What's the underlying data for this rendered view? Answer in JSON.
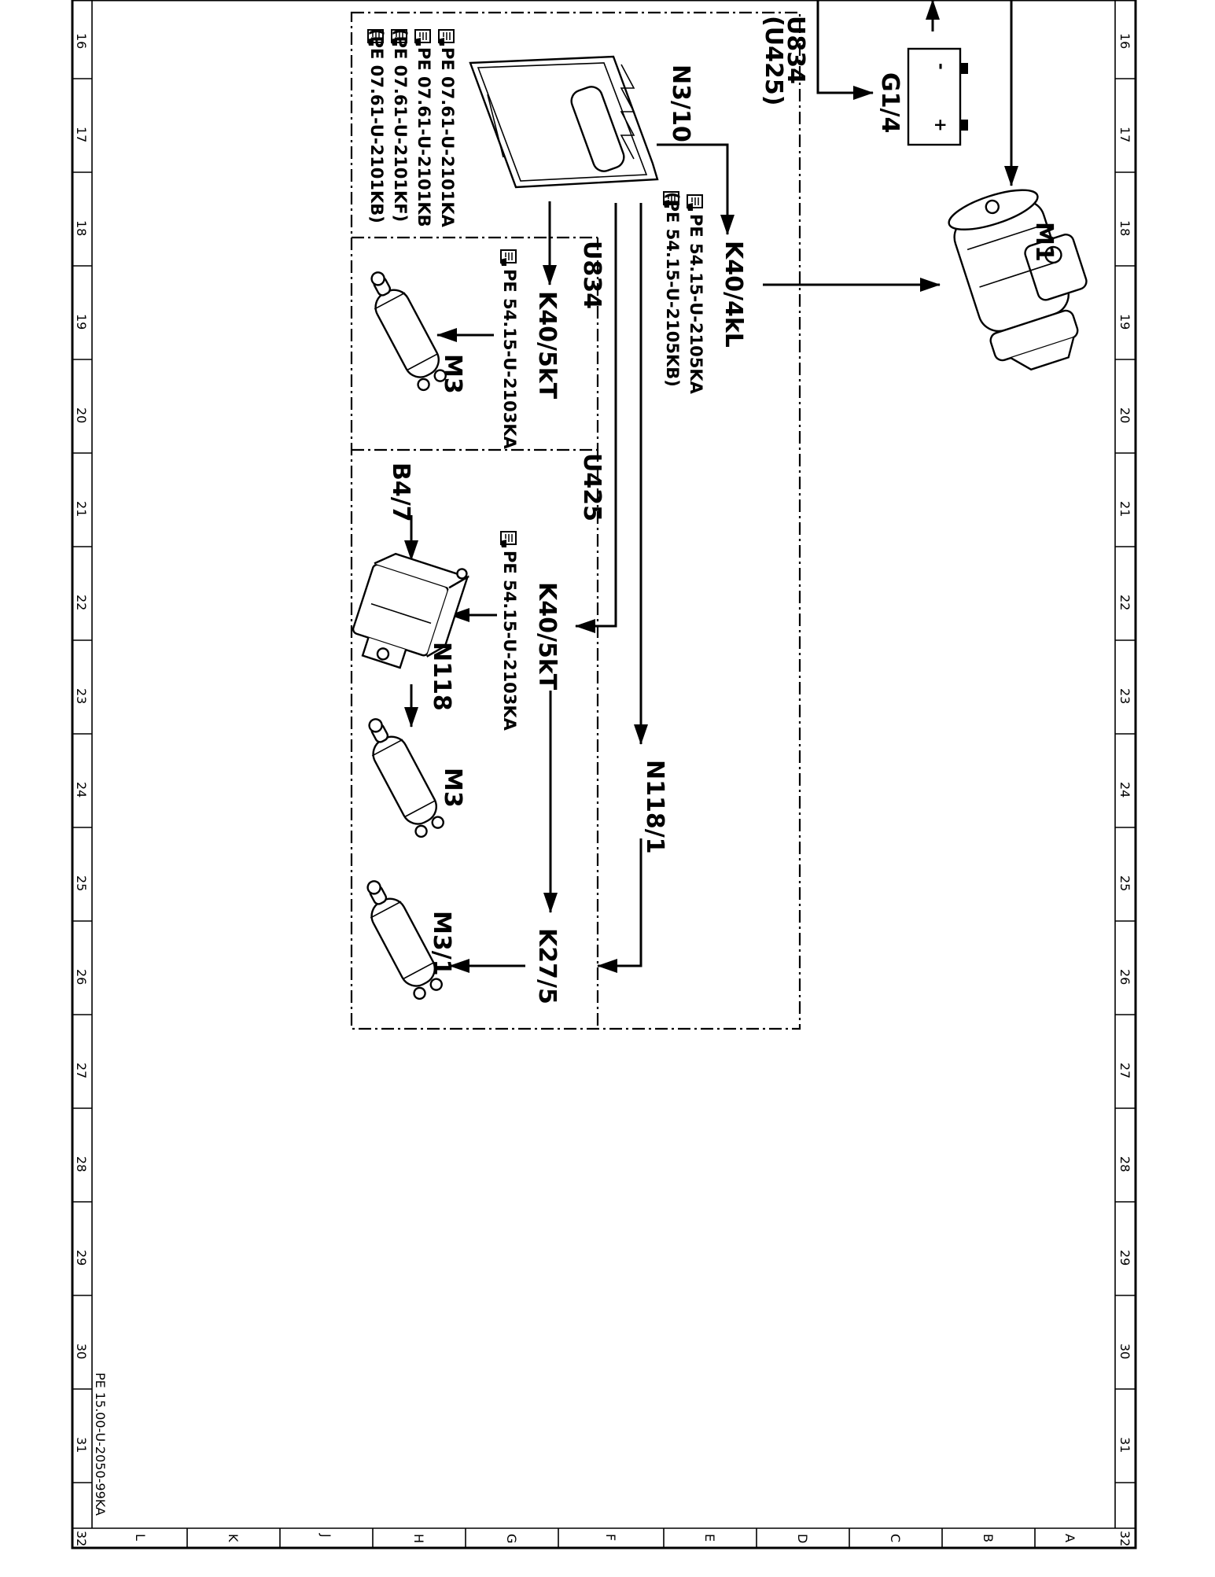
{
  "drawing_ref": "PE 15.00-U-2050-99KA",
  "grid": {
    "numbers": [
      "16",
      "17",
      "18",
      "19",
      "20",
      "21",
      "22",
      "23",
      "24",
      "25",
      "26",
      "27",
      "28",
      "29",
      "30",
      "31",
      "32"
    ],
    "letters": [
      "A",
      "B",
      "C",
      "D",
      "E",
      "F",
      "G",
      "H",
      "J",
      "K",
      "L"
    ]
  },
  "groups": {
    "outer": [
      "U834",
      "(U425)"
    ],
    "u834": "U834",
    "u425": "U425"
  },
  "components": {
    "n3_10": {
      "label": "N3/10",
      "refs": [
        "PE 07.61-U-2101KA",
        "PE 07.61-U-2101KB",
        "(PE 07.61-U-2101KF)",
        "(PE 07.61-U-2101KB)"
      ]
    },
    "g1_4": {
      "label": "G1/4",
      "minus": "-",
      "plus": "+"
    },
    "m1": {
      "label": "M1"
    },
    "k40_4kl": {
      "label": "K40/4kL",
      "refs": [
        "PE 54.15-U-2105KA",
        "(PE 54.15-U-2105KB)"
      ]
    },
    "k40_5kt_u834": {
      "label": "K40/5kT",
      "ref": "PE 54.15-U-2103KA"
    },
    "m3_u834": {
      "label": "M3"
    },
    "k40_5kt_u425": {
      "label": "K40/5kT",
      "ref": "PE 54.15-U-2103KA"
    },
    "b4_7": {
      "label": "B4/7"
    },
    "n118": {
      "label": "N118"
    },
    "m3_u425": {
      "label": "M3"
    },
    "n118_1": {
      "label": "N118/1"
    },
    "k27_5": {
      "label": "K27/5"
    },
    "m3_1": {
      "label": "M3/1"
    }
  },
  "icons": [
    "document-hand-icon"
  ]
}
